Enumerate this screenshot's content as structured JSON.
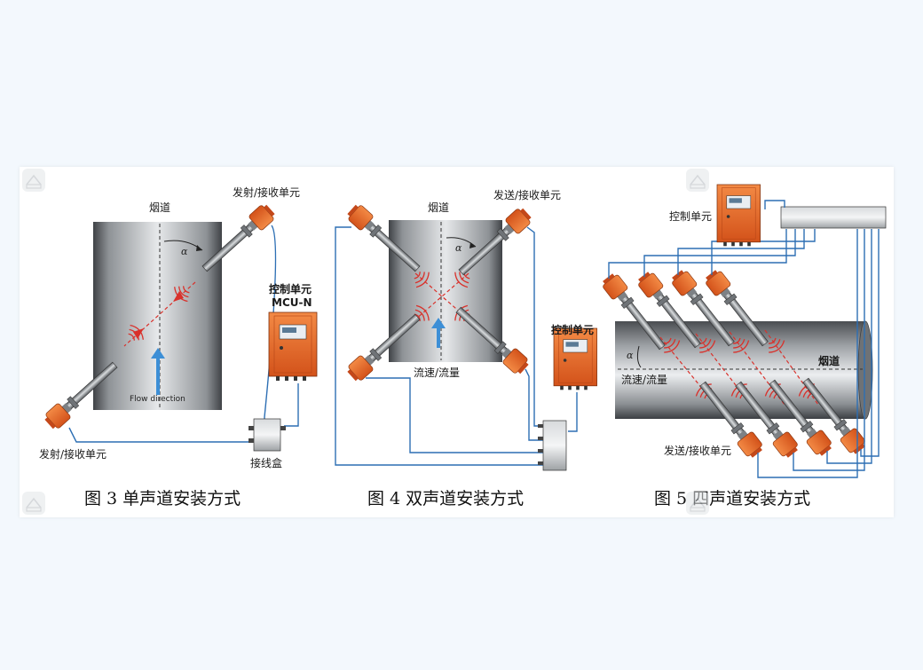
{
  "figures": [
    {
      "caption": "图 3  单声道安装方式",
      "duct_label": "烟道",
      "transducer_top_label": "发射/接收单元",
      "transducer_bottom_label": "发射/接收单元",
      "control_label_line1": "控制单元",
      "control_label_line2": "MCU-N",
      "junction_label": "接线盒",
      "flow_label": "Flow direction",
      "angle_symbol": "α"
    },
    {
      "caption": "图 4 双声道安装方式",
      "duct_label": "烟道",
      "transducer_label": "发送/接收单元",
      "control_label": "控制单元",
      "flow_label": "流速/流量",
      "angle_symbol": "α"
    },
    {
      "caption": "图 5  四声道安装方式",
      "duct_label": "烟道",
      "transducer_label": "发送/接收单元",
      "control_label": "控制单元",
      "flow_label": "流速/流量",
      "angle_symbol": "α"
    }
  ],
  "colors": {
    "page_background": "#f3f8fd",
    "transducer_orange": "#e8692a",
    "cable_blue": "#2d6fb4",
    "beam_red": "#d9312b",
    "pipe_gray": "#8e9296"
  },
  "icons": [
    "watermark-logo-icon"
  ]
}
